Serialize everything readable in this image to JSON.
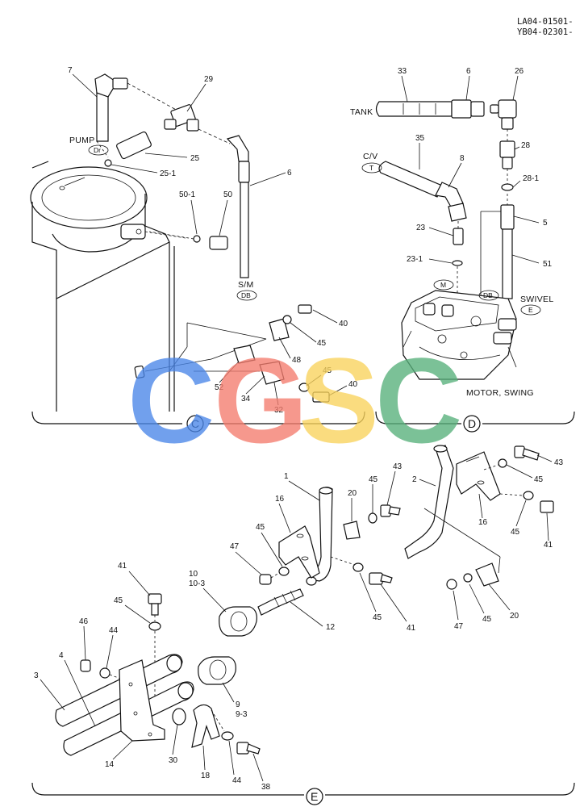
{
  "header": {
    "codes": [
      "LA04-01501-",
      "YB04-02301-"
    ]
  },
  "watermark": {
    "letters": [
      {
        "text": "C",
        "color": "#4a86e8"
      },
      {
        "text": "G",
        "color": "#f47c6e"
      },
      {
        "text": "S",
        "color": "#f9d35c"
      },
      {
        "text": "C",
        "color": "#57b07a"
      }
    ]
  },
  "sections": {
    "c": "C",
    "d": "D",
    "e": "E"
  },
  "panel_c": {
    "port_pump": {
      "label": "PUMP",
      "code": "Dr"
    },
    "port_sm": {
      "label": "S/M",
      "code": "DB"
    },
    "parts": {
      "p7": "7",
      "p29": "29",
      "p25": "25",
      "p25_1": "25-1",
      "p50_1": "50-1",
      "p50": "50",
      "p6": "6",
      "p40a": "40",
      "p45a": "45",
      "p48": "48",
      "p52": "52",
      "p34": "34",
      "p32": "32",
      "p45b": "45",
      "p40b": "40"
    }
  },
  "panel_d": {
    "tank": "TANK",
    "port_cv": {
      "label": "C/V",
      "code": "T"
    },
    "port_m": "M",
    "port_db": "DB",
    "swivel": {
      "label": "SWIVEL",
      "code": "E"
    },
    "motor": "MOTOR, SWING",
    "parts": {
      "p33": "33",
      "p6": "6",
      "p26": "26",
      "p35": "35",
      "p8": "8",
      "p28": "28",
      "p28_1": "28-1",
      "p5": "5",
      "p23": "23",
      "p23_1": "23-1",
      "p51": "51"
    }
  },
  "panel_e": {
    "parts": {
      "p43a": "43",
      "p45c": "45",
      "p2": "2",
      "p16b": "16",
      "p45d": "45",
      "p41a": "41",
      "p1": "1",
      "p20a": "20",
      "p45e": "45",
      "p43b": "43",
      "p16a": "16",
      "p45f": "45",
      "p47a": "47",
      "p10": "10",
      "p10_3": "10-3",
      "p41b": "41",
      "p45g": "45",
      "p12": "12",
      "p45h": "45",
      "p41c": "41",
      "p47b": "47",
      "p45i": "45",
      "p20b": "20",
      "p46": "46",
      "p44a": "44",
      "p4": "4",
      "p3": "3",
      "p9": "9",
      "p9_3": "9-3",
      "p14": "14",
      "p30": "30",
      "p18": "18",
      "p44b": "44",
      "p38": "38"
    }
  }
}
